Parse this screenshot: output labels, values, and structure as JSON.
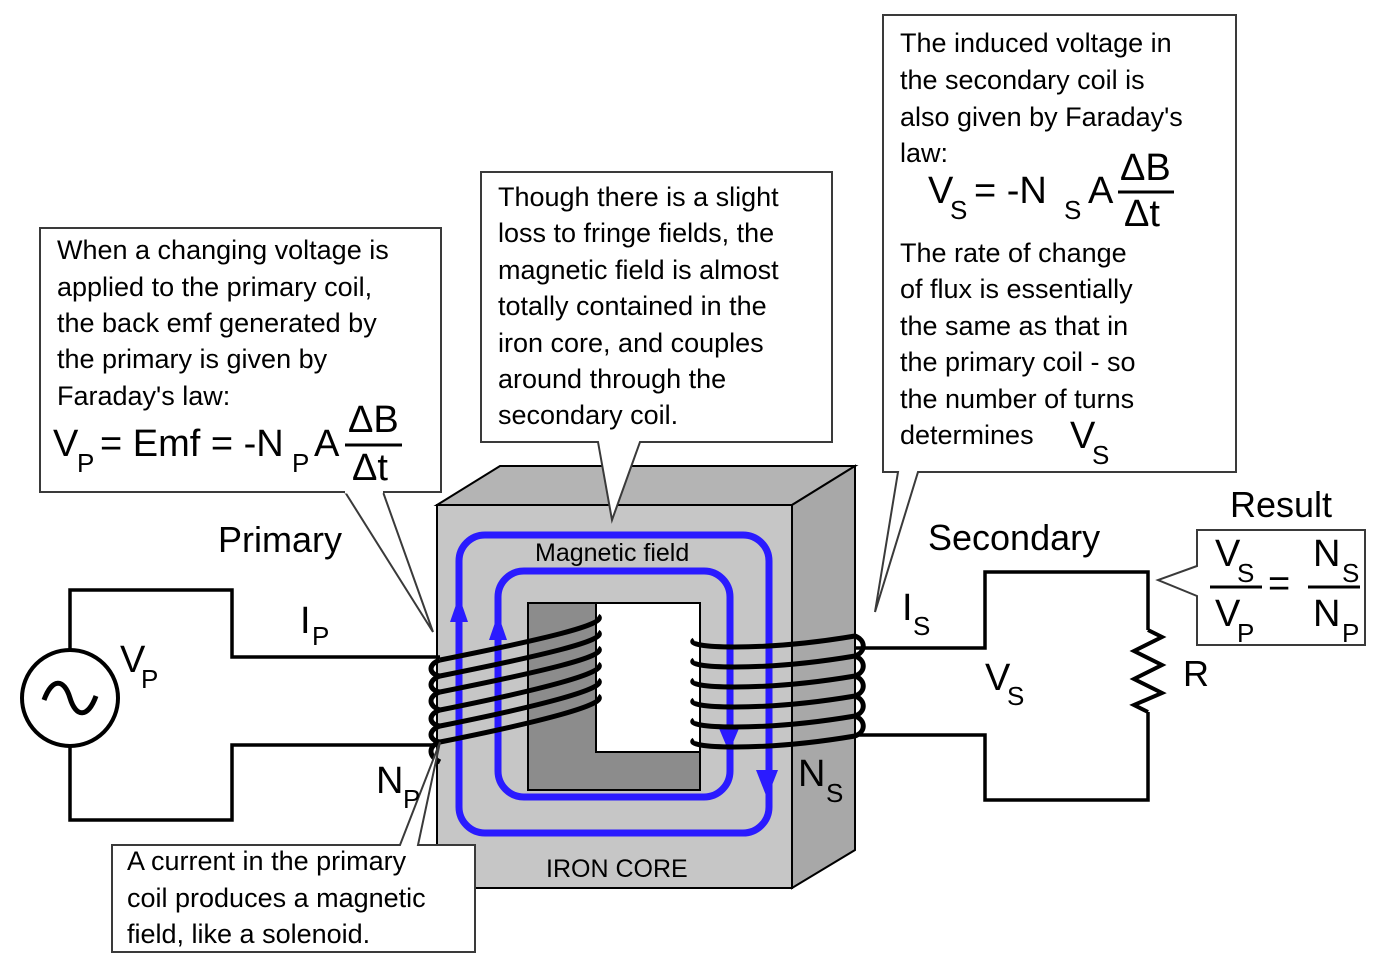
{
  "colors": {
    "core_light": "#c6c6c6",
    "core_mid": "#a8a8a8",
    "core_top": "#b4b4b4",
    "core_dark": "#8c8c8c",
    "field": "#2a1bff",
    "box_border": "#3a3a3a"
  },
  "icons": {
    "source": "ac-source-icon",
    "resistor": "resistor-icon"
  },
  "box_primary": {
    "lines": [
      "When a changing voltage is",
      "applied to the primary coil,",
      "the back emf generated by",
      "the primary is given by",
      "Faraday's law:"
    ],
    "eq": {
      "V": "V",
      "P": "P",
      "mid": "= Emf = -N",
      "P2": "P",
      "A": "A",
      "num": "ΔB",
      "den": "Δt"
    }
  },
  "box_core": {
    "lines": [
      "Though there is a slight",
      "loss to fringe fields, the",
      "magnetic field is almost",
      "totally contained in the",
      "iron core, and couples",
      "around through the",
      "secondary coil."
    ]
  },
  "box_secondary": {
    "lines_top": [
      "The induced voltage in",
      "the secondary coil is",
      "also given by Faraday's",
      "law:"
    ],
    "eq": {
      "V": "V",
      "S": "S",
      "mid": "=  -N",
      "S2": "S",
      "A": "A",
      "num": "ΔB",
      "den": "Δt"
    },
    "lines_bottom": [
      "The rate of change",
      "of flux is essentially",
      "the same as that in",
      "the primary coil - so",
      "the number of turns",
      "determines"
    ],
    "det_V": "V",
    "det_S": "S"
  },
  "box_current": {
    "lines": [
      "A current in the primary",
      "coil produces a magnetic",
      "field, like a solenoid."
    ]
  },
  "result": {
    "title": "Result",
    "V": "V",
    "S": "S",
    "P": "P",
    "N": "N",
    "eq": "="
  },
  "labels": {
    "primary": "Primary",
    "secondary": "Secondary",
    "magnetic_field": "Magnetic field",
    "iron_core": "IRON CORE",
    "I": "I",
    "P": "P",
    "S": "S",
    "V": "V",
    "N": "N",
    "R": "R"
  }
}
